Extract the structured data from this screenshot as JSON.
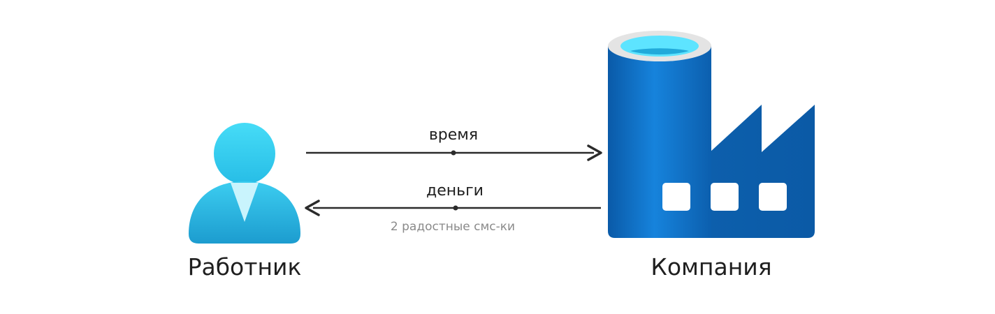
{
  "nodes": {
    "worker": {
      "label": "Работник",
      "icon": "user-icon"
    },
    "company": {
      "label": "Компания",
      "icon": "factory-icon"
    }
  },
  "edges": {
    "time": {
      "label": "время",
      "direction": "worker-to-company"
    },
    "money": {
      "label": "деньги",
      "note": "2 радостные смс-ки",
      "direction": "company-to-worker"
    }
  },
  "colors": {
    "person_light": "#3fd6f5",
    "person_dark": "#1b9fd0",
    "factory_light": "#1380d8",
    "factory_dark": "#0b5aa6",
    "factory_top": "#5de4ff",
    "edge": "#2b2b2b"
  }
}
